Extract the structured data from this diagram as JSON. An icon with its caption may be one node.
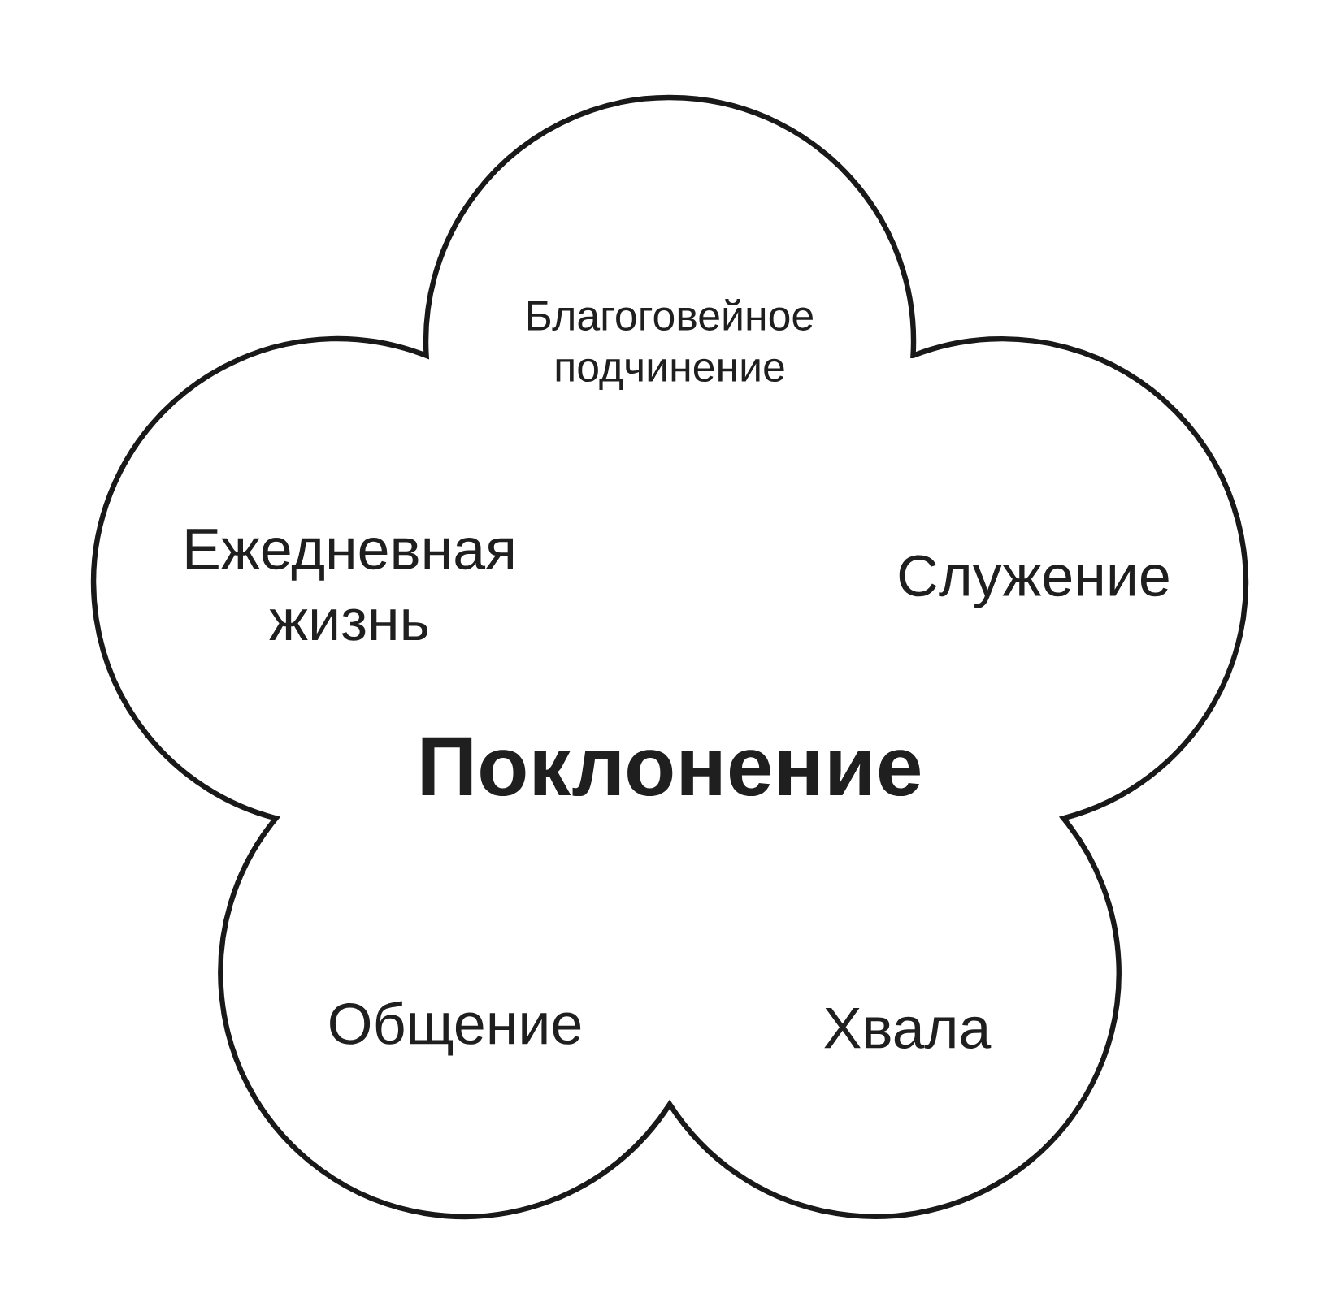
{
  "diagram": {
    "nodes": [
      {
        "text": [
          "Благоговейное подчинение",
          "Ежедневная жизнь",
          "Служение",
          "Поклонение",
          "Общение",
          "Хвала"
        ]
      }
    ]
  }
}
